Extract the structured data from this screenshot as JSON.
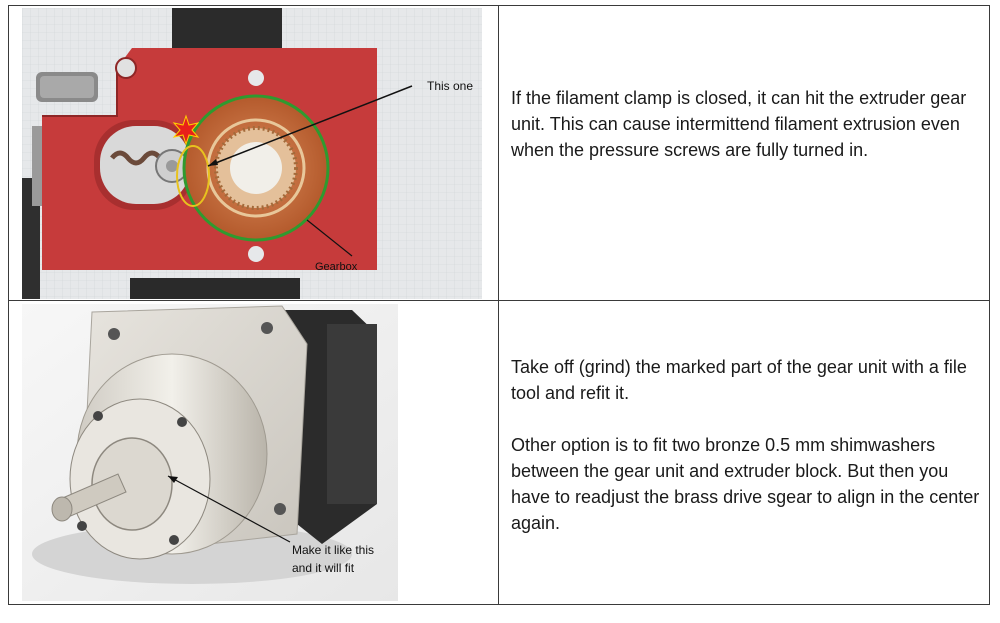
{
  "row1": {
    "callout_top": "This one",
    "callout_bottom": "Gearbox",
    "text": "If the filament clamp is closed, it can hit the extruder gear unit. This can cause intermittend filament extrusion even when the pressure screws are fully turned in."
  },
  "row2": {
    "callout_line1": "Make it like this",
    "callout_line2": "and it will fit",
    "text_para1": "Take off (grind) the marked part of the gear unit with a file tool and refit it.",
    "text_para2": "Other option is to fit two bronze 0.5 mm shimwashers between the gear unit and extruder block. But then you have to readjust the brass drive sgear to align in the center again."
  },
  "colors": {
    "extruder_red": "#c63b3b",
    "gear_orange": "#c2673a",
    "highlight_green": "#2f9a2f",
    "marker_yellow": "#e8c21e",
    "star_red": "#e8201a"
  }
}
